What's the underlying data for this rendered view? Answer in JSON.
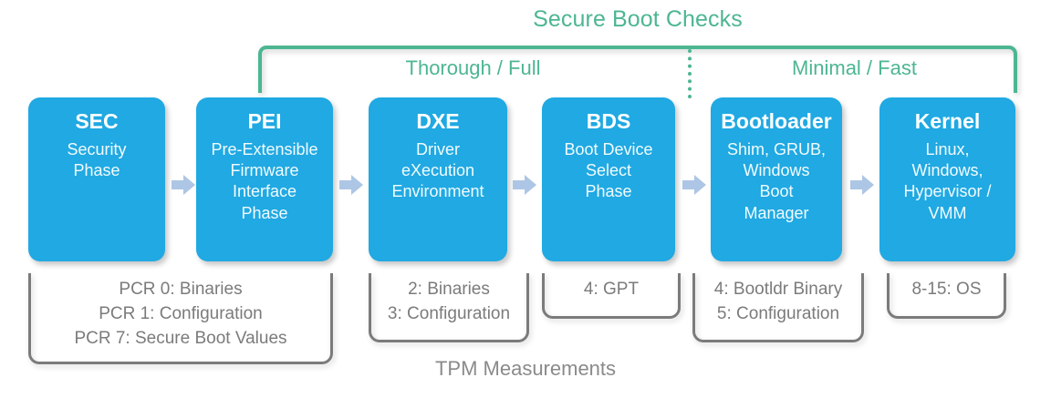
{
  "diagram": {
    "title": "Secure Boot Checks",
    "bottom_caption": "TPM Measurements",
    "colors": {
      "phase_box": "#20a9e2",
      "accent_green": "#4db691",
      "bracket_grey": "#7b7b7b",
      "arrow_blue": "#adc6e5",
      "background": "#ffffff"
    },
    "secure_boot_modes": [
      {
        "label": "Thorough / Full"
      },
      {
        "label": "Minimal / Fast"
      }
    ],
    "phases": [
      {
        "id": "sec",
        "title": "SEC",
        "description_lines": [
          "Security",
          "Phase"
        ]
      },
      {
        "id": "pei",
        "title": "PEI",
        "description_lines": [
          "Pre-Extensible",
          "Firmware",
          "Interface",
          "Phase"
        ]
      },
      {
        "id": "dxe",
        "title": "DXE",
        "description_lines": [
          "Driver",
          "eXecution",
          "Environment"
        ]
      },
      {
        "id": "bds",
        "title": "BDS",
        "description_lines": [
          "Boot Device",
          "Select",
          "Phase"
        ]
      },
      {
        "id": "bootloader",
        "title": "Bootloader",
        "description_lines": [
          "Shim, GRUB,",
          "Windows",
          "Boot",
          "Manager"
        ]
      },
      {
        "id": "kernel",
        "title": "Kernel",
        "description_lines": [
          "Linux,",
          "Windows,",
          "Hypervisor /",
          "VMM"
        ]
      }
    ],
    "tpm_groups": [
      {
        "id": "sec-pei",
        "lines": [
          "PCR 0: Binaries",
          "PCR 1: Configuration",
          "PCR 7: Secure Boot Values"
        ]
      },
      {
        "id": "dxe",
        "lines": [
          "2: Binaries",
          "3: Configuration"
        ]
      },
      {
        "id": "bds",
        "lines": [
          "4: GPT"
        ]
      },
      {
        "id": "bootloader",
        "lines": [
          "4: Bootldr Binary",
          "5: Configuration"
        ]
      },
      {
        "id": "kernel",
        "lines": [
          "8-15: OS"
        ]
      }
    ]
  }
}
